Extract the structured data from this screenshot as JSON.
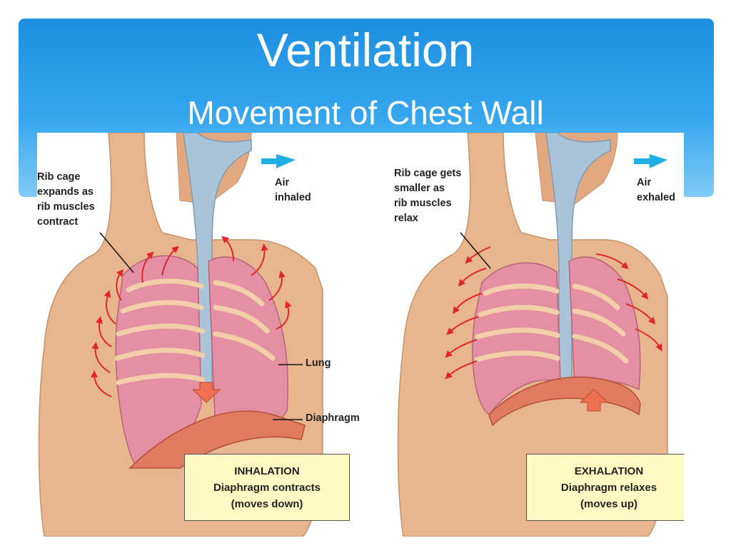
{
  "slide": {
    "title": "Ventilation",
    "subtitle": "Movement of Chest Wall"
  },
  "colors": {
    "banner": "#2196e8",
    "skin": "#e8b68e",
    "lung": "#e48fa3",
    "airway": "#a9c3d8",
    "arrow_red": "#e0262b",
    "air_arrow": "#20aee5",
    "box_fill": "#fffac2"
  },
  "inhalation": {
    "rib_label": "Rib cage\nexpands as\nrib muscles\ncontract",
    "air_label": "Air\ninhaled",
    "lung_label": "Lung",
    "diaphragm_label": "Diaphragm",
    "box_title": "INHALATION",
    "box_line1": "Diaphragm contracts",
    "box_line2": "(moves down)"
  },
  "exhalation": {
    "rib_label": "Rib cage gets\nsmaller as\nrib muscles\nrelax",
    "air_label": "Air\nexhaled",
    "box_title": "EXHALATION",
    "box_line1": "Diaphragm relaxes",
    "box_line2": "(moves up)"
  }
}
